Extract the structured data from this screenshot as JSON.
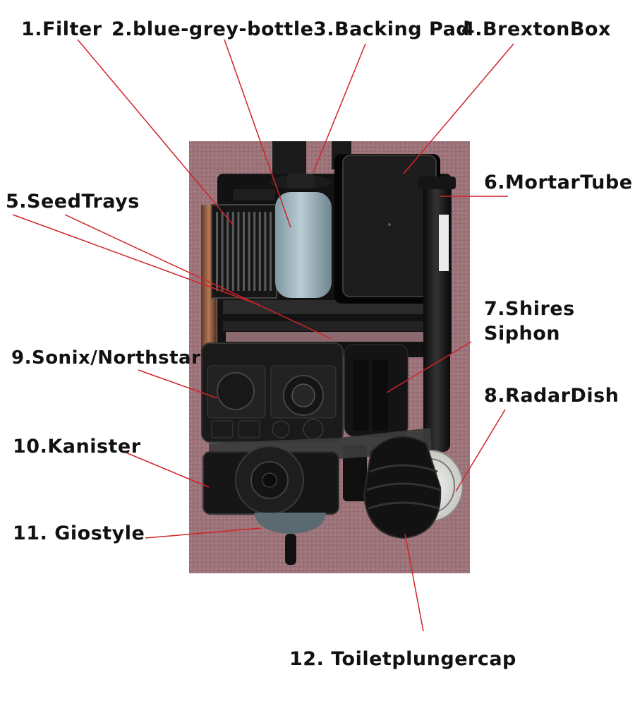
{
  "diagram": {
    "labels": [
      {
        "id": "1",
        "text": "1.Filter"
      },
      {
        "id": "2",
        "text": "2.blue-grey-bottle"
      },
      {
        "id": "3",
        "text": "3.Backing Pad"
      },
      {
        "id": "4",
        "text": "4.BrextonBox"
      },
      {
        "id": "5",
        "text": "5.SeedTrays"
      },
      {
        "id": "6",
        "text": "6.MortarTube"
      },
      {
        "id": "7a",
        "text": "7.Shires"
      },
      {
        "id": "7b",
        "text": "Siphon"
      },
      {
        "id": "8",
        "text": "8.RadarDish"
      },
      {
        "id": "9",
        "text": "9.Sonix/Northstar"
      },
      {
        "id": "10",
        "text": "10.Kanister"
      },
      {
        "id": "11",
        "text": "11. Giostyle"
      },
      {
        "id": "12",
        "text": "12. Toiletplungercap"
      }
    ],
    "colors": {
      "leader_line": "#d0242a",
      "carpet": "#9a7479",
      "label_text": "#111111"
    }
  }
}
